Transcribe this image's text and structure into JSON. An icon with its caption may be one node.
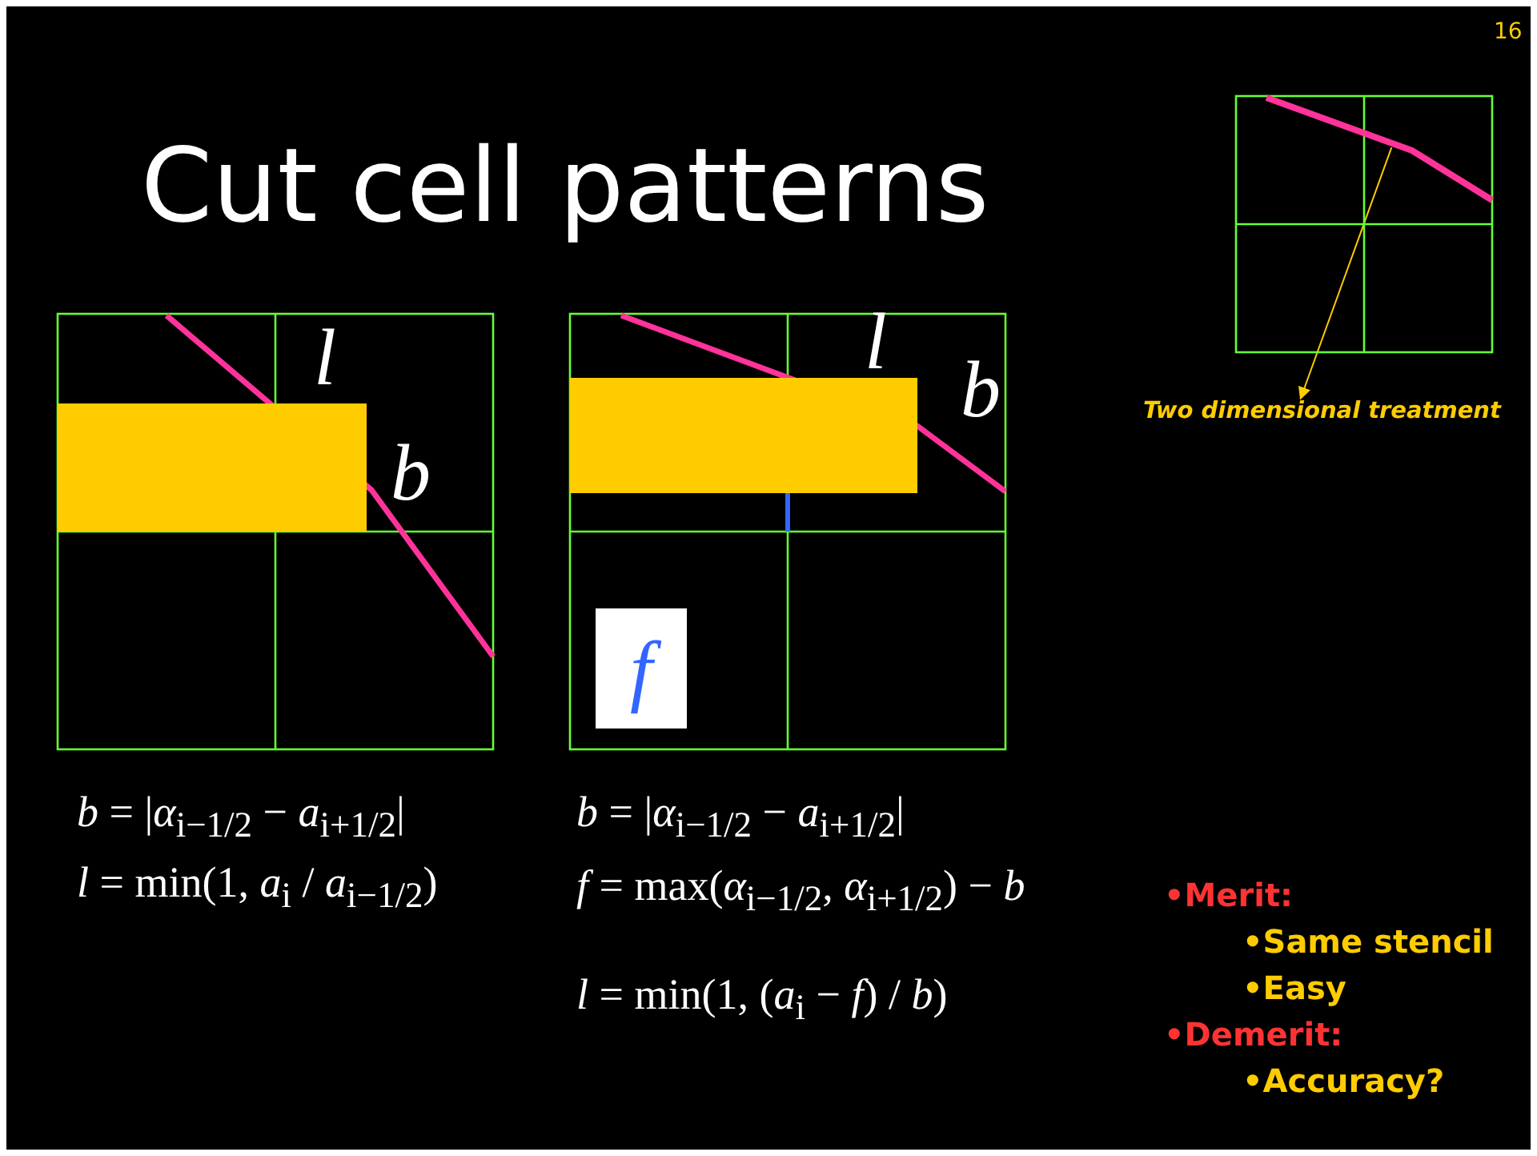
{
  "diagram": {
    "title": "Cut cell patterns",
    "nodes": [
      {
        "text": [],
        "shape": "picture"
      },
      {
        "text": [
          "Two dimensional treatment"
        ]
      },
      {
        "text": [
          "f"
        ]
      }
    ],
    "edges": [
      {
        "from": 0,
        "to": 1,
        "arrow": "to"
      }
    ],
    "labels": [
      "16",
      "l",
      "b",
      "l",
      "b",
      "*b* = |*α*$_{i−1/2}$ − *a*$_{i+1/2}$|",
      "*l* = min(1, *a*$_{i}$ / *a*$_{i−1/2}$)",
      "*b* = |*α*$_{i−1/2}$ − *a*$_{i+1/2}$|",
      "*f* = max(*α*$_{i−1/2}$, *α*$_{i+1/2}$) − *b*",
      "*l* = min(1, (*a*$_{i}$ − *f*) / *b*)",
      "•Merit:",
      "•Same stencil",
      "•Easy",
      "•Demerit:",
      "•Accuracy?"
    ]
  }
}
